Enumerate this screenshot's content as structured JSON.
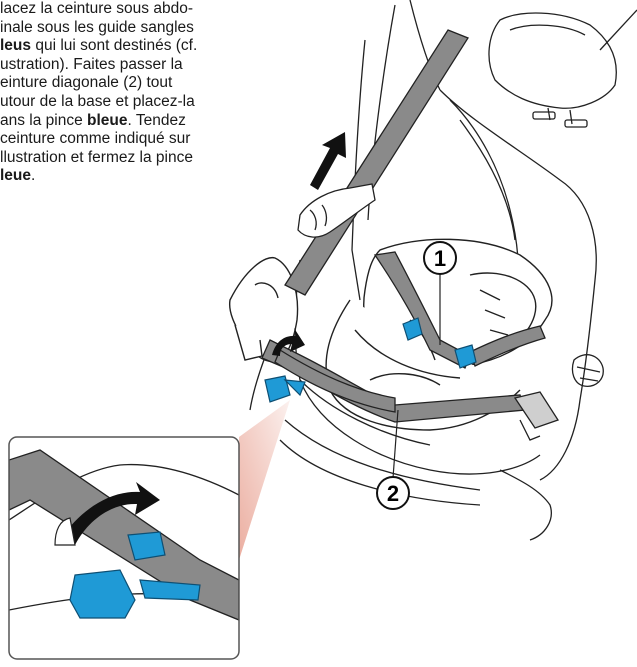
{
  "instructions": [
    [
      {
        "t": "lacez la ceinture sous abdo-"
      }
    ],
    [
      {
        "t": "inale sous les guide sangles"
      }
    ],
    [
      {
        "t": "leus",
        "b": true
      },
      {
        "t": " qui lui sont destinés (cf."
      }
    ],
    [
      {
        "t": "ustration). Faites passer la"
      }
    ],
    [
      {
        "t": "einture diagonale (2) tout"
      }
    ],
    [
      {
        "t": "utour de la base et placez-la"
      }
    ],
    [
      {
        "t": "ans la pince "
      },
      {
        "t": "bleue",
        "b": true
      },
      {
        "t": ". Tendez"
      }
    ],
    [
      {
        "t": " ceinture comme indiqué sur"
      }
    ],
    [
      {
        "t": "llustration et fermez la pince"
      }
    ],
    [
      {
        "t": "leue",
        "b": true
      },
      {
        "t": "."
      }
    ]
  ],
  "callouts": {
    "lap_belt": "1",
    "diagonal_belt": "2"
  },
  "colors": {
    "belt": "#8a8a8a",
    "clip": "#1f9ad6",
    "outline": "#222222",
    "zoom": "#e8a090"
  }
}
